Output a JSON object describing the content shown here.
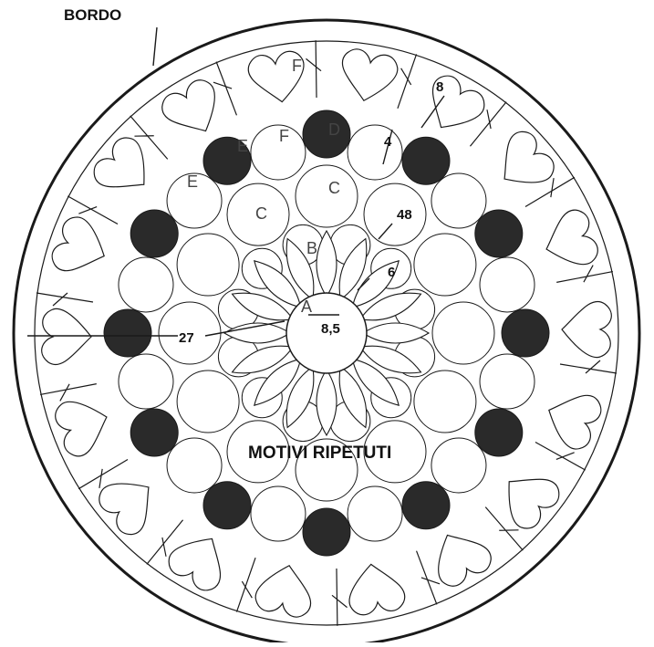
{
  "labels": {
    "border": "BORDO",
    "repeated_motifs": "MOTIVI RIPETUTI"
  },
  "dimensions": {
    "d8": "8",
    "d4": "4",
    "d48": "48",
    "d6": "6",
    "d27": "27",
    "d85": "8,5"
  },
  "piece_letters": {
    "A": "A",
    "B": "B",
    "C1": "C",
    "C2": "C",
    "D": "D",
    "E1": "E",
    "E2": "E",
    "F1": "F",
    "F2": "F"
  },
  "colors": {
    "ink": "#1a1a1a",
    "dark_fill": "#2a2a2a",
    "paper": "#ffffff"
  }
}
